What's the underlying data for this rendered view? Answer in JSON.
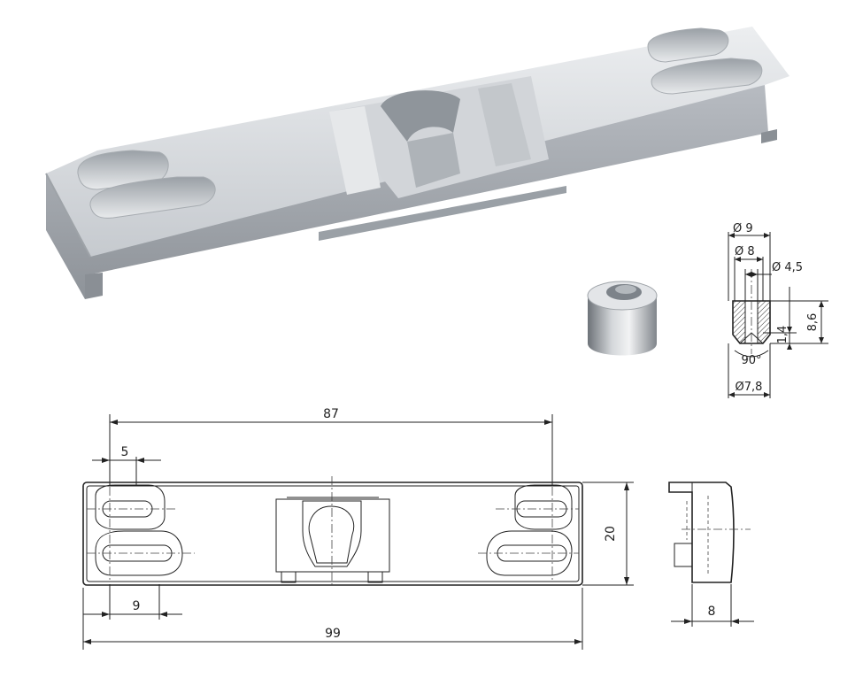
{
  "dimensions": {
    "overall_length": "99",
    "hole_spacing": "87",
    "slot_width": "5",
    "slot_offset": "9",
    "height": "20",
    "side_depth": "8"
  },
  "bushing_dimensions": {
    "outer_diameter": "Ø 9",
    "body_diameter": "Ø 8",
    "bore_diameter": "Ø 4,5",
    "chamfer_depth": "1,4",
    "bushing_height": "8,6",
    "chamfer_angle": "90°",
    "base_diameter": "Ø7,8"
  },
  "colors": {
    "metal_light": "#e4e6e9",
    "metal_mid": "#b9bdc2",
    "metal_dark": "#8d9298",
    "line": "#222222"
  }
}
